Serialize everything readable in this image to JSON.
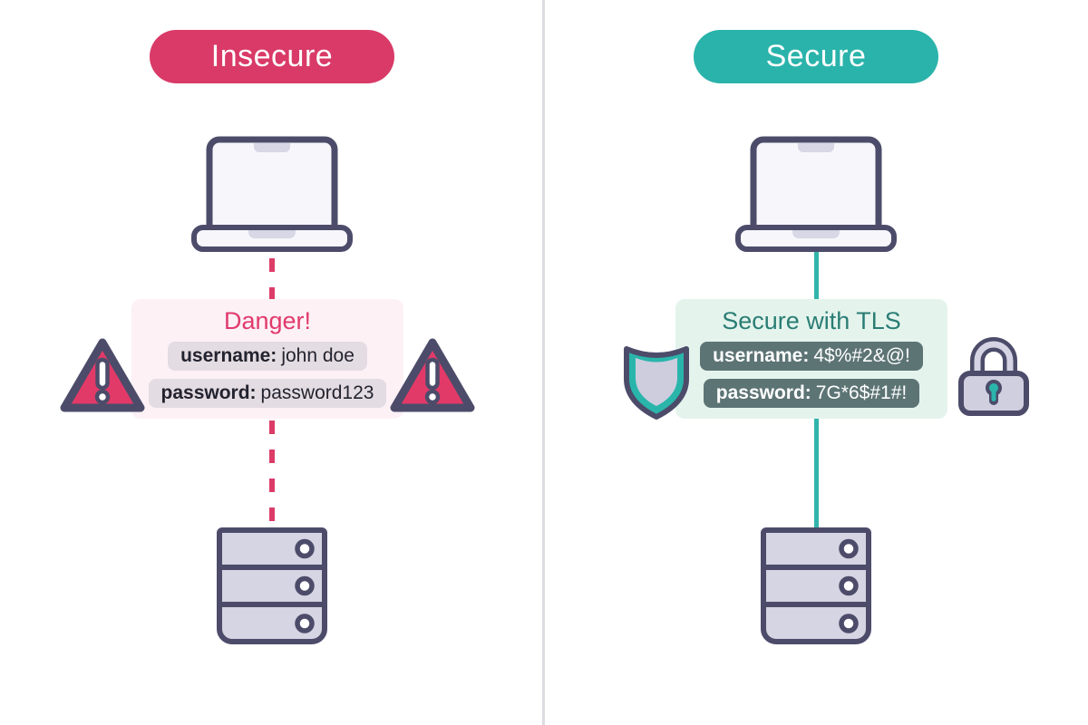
{
  "diagram": {
    "left": {
      "badge_label": "Insecure",
      "badge_color": "#d93a67",
      "box_title": "Danger!",
      "box_bg": "#fdf1f6",
      "title_color": "#e13a6c",
      "rows": [
        {
          "label": "username:",
          "value": "john doe"
        },
        {
          "label": "password:",
          "value": "password123"
        }
      ],
      "row_bg": "#e3dce2",
      "row_text_color": "#23232f",
      "connection": {
        "style": "dashed",
        "color": "#dc3c68"
      },
      "flank_icons": [
        "warning-triangle",
        "warning-triangle"
      ]
    },
    "right": {
      "badge_label": "Secure",
      "badge_color": "#2ab3ab",
      "box_title": "Secure with TLS",
      "box_bg": "#e4f4ed",
      "title_color": "#2a7d74",
      "rows": [
        {
          "label": "username:",
          "value": "4$%#2&@!"
        },
        {
          "label": "password:",
          "value": "7G*6$#1#!"
        }
      ],
      "row_bg": "#5d7475",
      "row_text_color": "#ffffff",
      "connection": {
        "style": "solid",
        "color": "#31b4ac"
      },
      "flank_icons": [
        "shield",
        "padlock"
      ]
    },
    "devices": [
      "laptop",
      "server"
    ],
    "palette": {
      "outline_slate": "#4c4c6a",
      "device_fill": "#d5d5e3",
      "laptop_screen": "#f6f6fb",
      "laptop_notch": "#d7d7e5",
      "shield_teal": "#2ab5ab",
      "shield_inner": "#cdcdde",
      "lock_body": "#cfcfe0",
      "divider": "#dcdce2",
      "background": "#ffffff"
    }
  }
}
